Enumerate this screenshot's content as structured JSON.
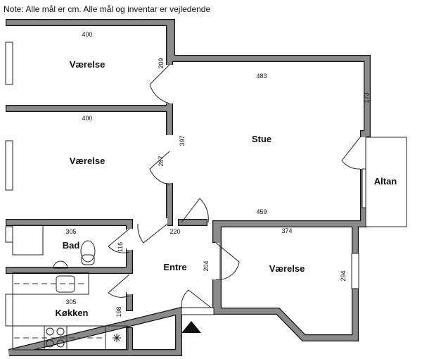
{
  "note": "Note: Alle mål er cm. Alle mål og inventar er vejledende",
  "rooms": {
    "vaerelse_top": {
      "label": "Værelse",
      "width": "400",
      "door_dim": "209"
    },
    "vaerelse_mid": {
      "label": "Værelse",
      "width": "400",
      "door_dim": "287"
    },
    "stue": {
      "label": "Stue",
      "width_top": "483",
      "width_bottom": "459",
      "right_dim": "173",
      "left_dim": "397"
    },
    "altan": {
      "label": "Altan"
    },
    "bad": {
      "label": "Bad",
      "width": "305",
      "door_dim": "116"
    },
    "entre": {
      "label": "Entre",
      "width": "220",
      "right_dim": "204"
    },
    "kokken": {
      "label": "Køkken",
      "width": "305",
      "door_dim": "198"
    },
    "vaerelse_right": {
      "label": "Værelse",
      "width": "374",
      "right_dim": "294"
    }
  }
}
